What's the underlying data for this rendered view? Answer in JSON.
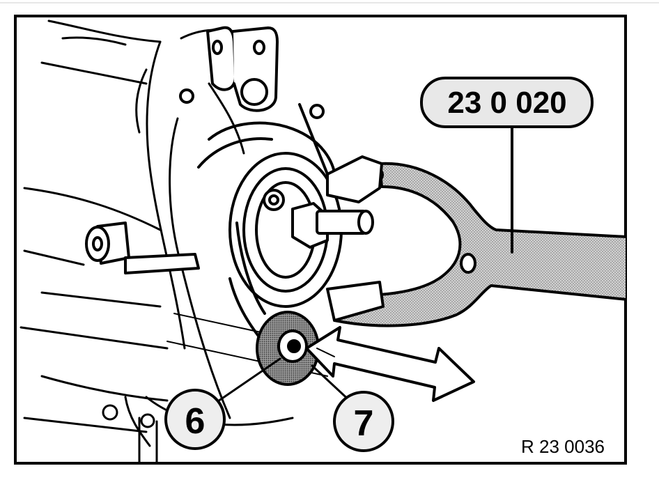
{
  "figure": {
    "tool_label": "23 0 020",
    "callout_6": "6",
    "callout_7": "7",
    "reference": "R 23 0036"
  },
  "colors": {
    "ink": "#000000",
    "paper": "#ffffff",
    "tool_fill": "#b8b8b8",
    "callout_fill": "#e6e6e6"
  }
}
